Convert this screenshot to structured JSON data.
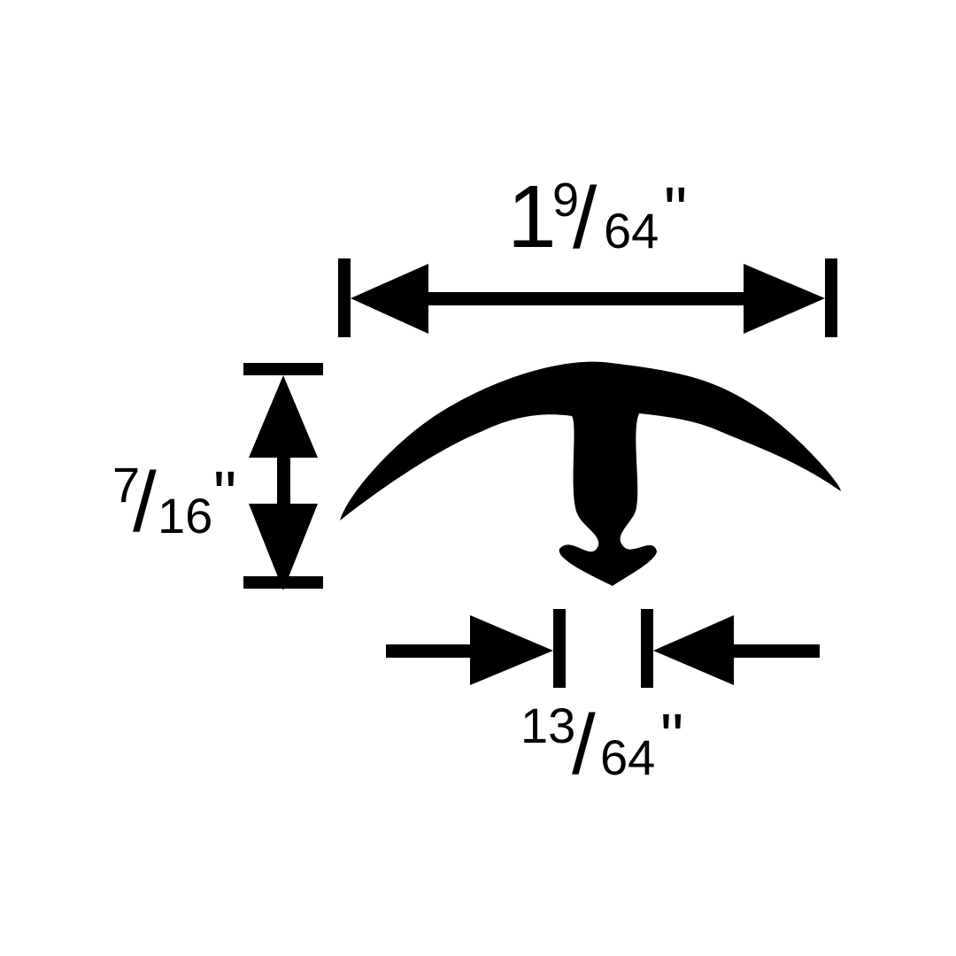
{
  "colors": {
    "ink": "#000000",
    "background": "#ffffff"
  },
  "dimensions": {
    "width": {
      "whole": "1",
      "numerator": "9",
      "slash": "/",
      "denominator": "64",
      "unit": "\""
    },
    "height": {
      "numerator": "7",
      "slash": "/",
      "denominator": "16",
      "unit": "\""
    },
    "stem": {
      "numerator": "13",
      "slash": "/",
      "denominator": "64",
      "unit": "\""
    }
  }
}
